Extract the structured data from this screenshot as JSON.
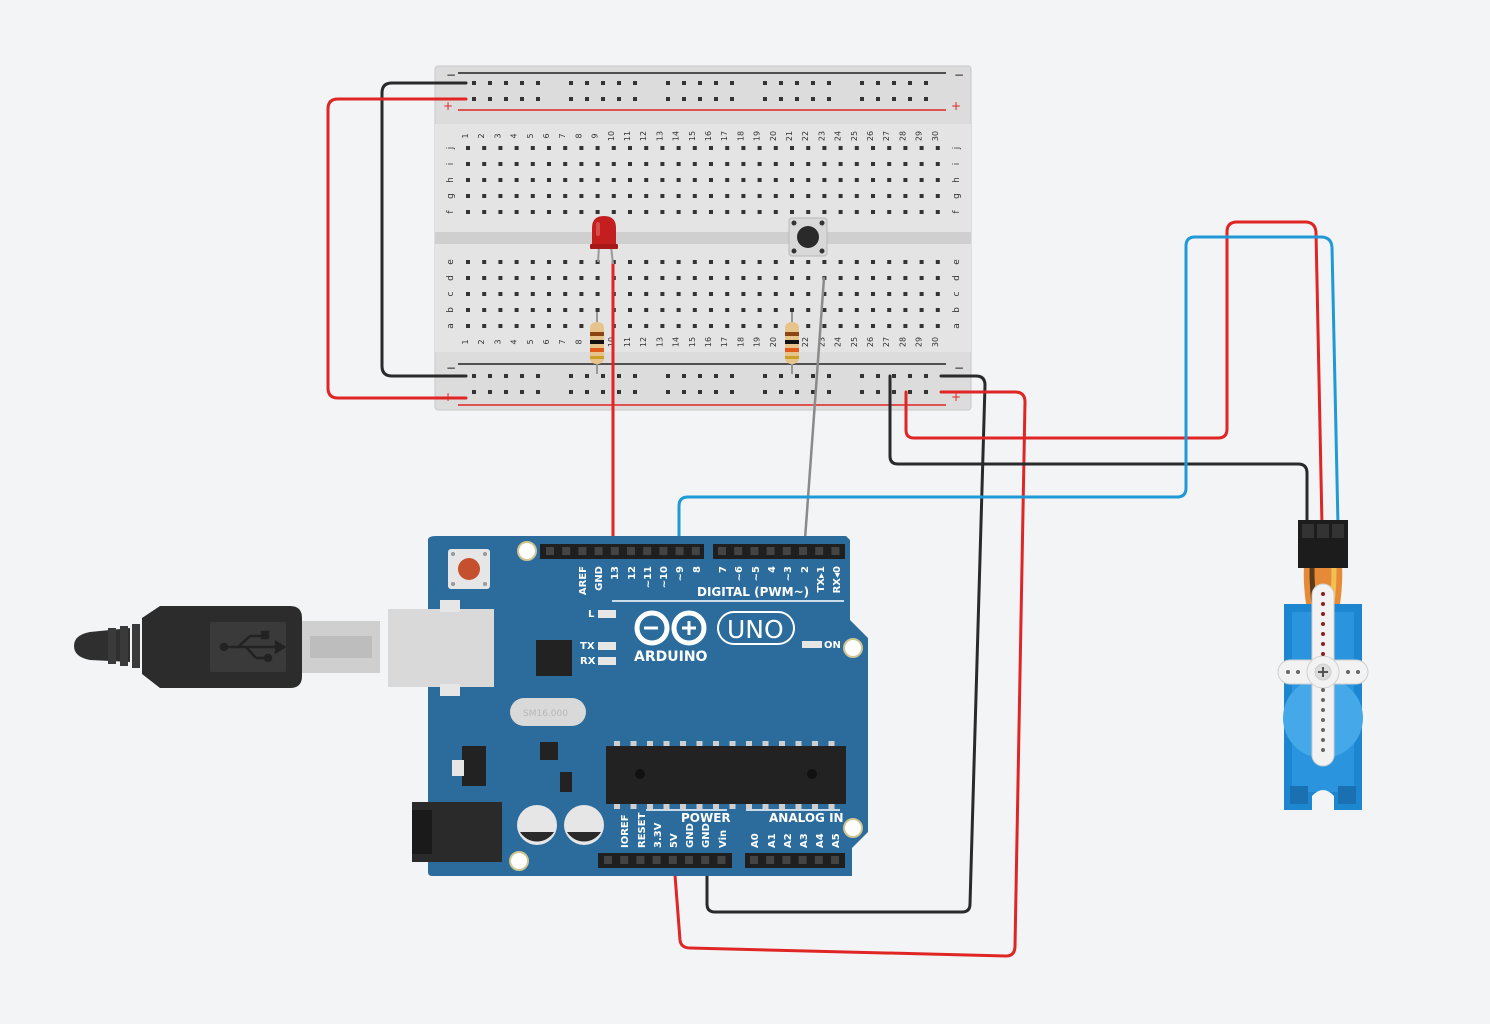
{
  "breadboard": {
    "rows_top": [
      "j",
      "i",
      "h",
      "g",
      "f"
    ],
    "rows_bottom": [
      "e",
      "d",
      "c",
      "b",
      "a"
    ],
    "columns": [
      "1",
      "2",
      "3",
      "4",
      "5",
      "6",
      "7",
      "8",
      "9",
      "10",
      "11",
      "12",
      "13",
      "14",
      "15",
      "16",
      "17",
      "18",
      "19",
      "20",
      "21",
      "22",
      "23",
      "24",
      "25",
      "26",
      "27",
      "28",
      "29",
      "30"
    ],
    "rail_minus": "−",
    "rail_plus": "+"
  },
  "arduino": {
    "brand": "ARDUINO",
    "model": "UNO",
    "on_label": "ON",
    "l_label": "L",
    "tx_label": "TX",
    "rx_label": "RX",
    "crystal_label": "SM16.000",
    "digital_header": "DIGITAL (PWM~)",
    "power_header": "POWER",
    "analog_header": "ANALOG IN",
    "digital_pins_left": [
      "AREF",
      "GND",
      "13",
      "12",
      "~11",
      "~10",
      "~9",
      "8"
    ],
    "digital_pins_right": [
      "7",
      "~6",
      "~5",
      "4",
      "~3",
      "2",
      "TX▸1",
      "RX◂0"
    ],
    "power_pins": [
      "IOREF",
      "RESET",
      "3.3V",
      "5V",
      "GND",
      "GND",
      "Vin"
    ],
    "analog_pins": [
      "A0",
      "A1",
      "A2",
      "A3",
      "A4",
      "A5"
    ]
  },
  "colors": {
    "board_blue": "#2c6c9c",
    "wire_red": "#e02525",
    "wire_black": "#2a2a2a",
    "wire_blue": "#1f9ad6",
    "wire_gray": "#8a8a8a",
    "servo_blue": "#1d86d1",
    "background": "#f3f4f6"
  }
}
